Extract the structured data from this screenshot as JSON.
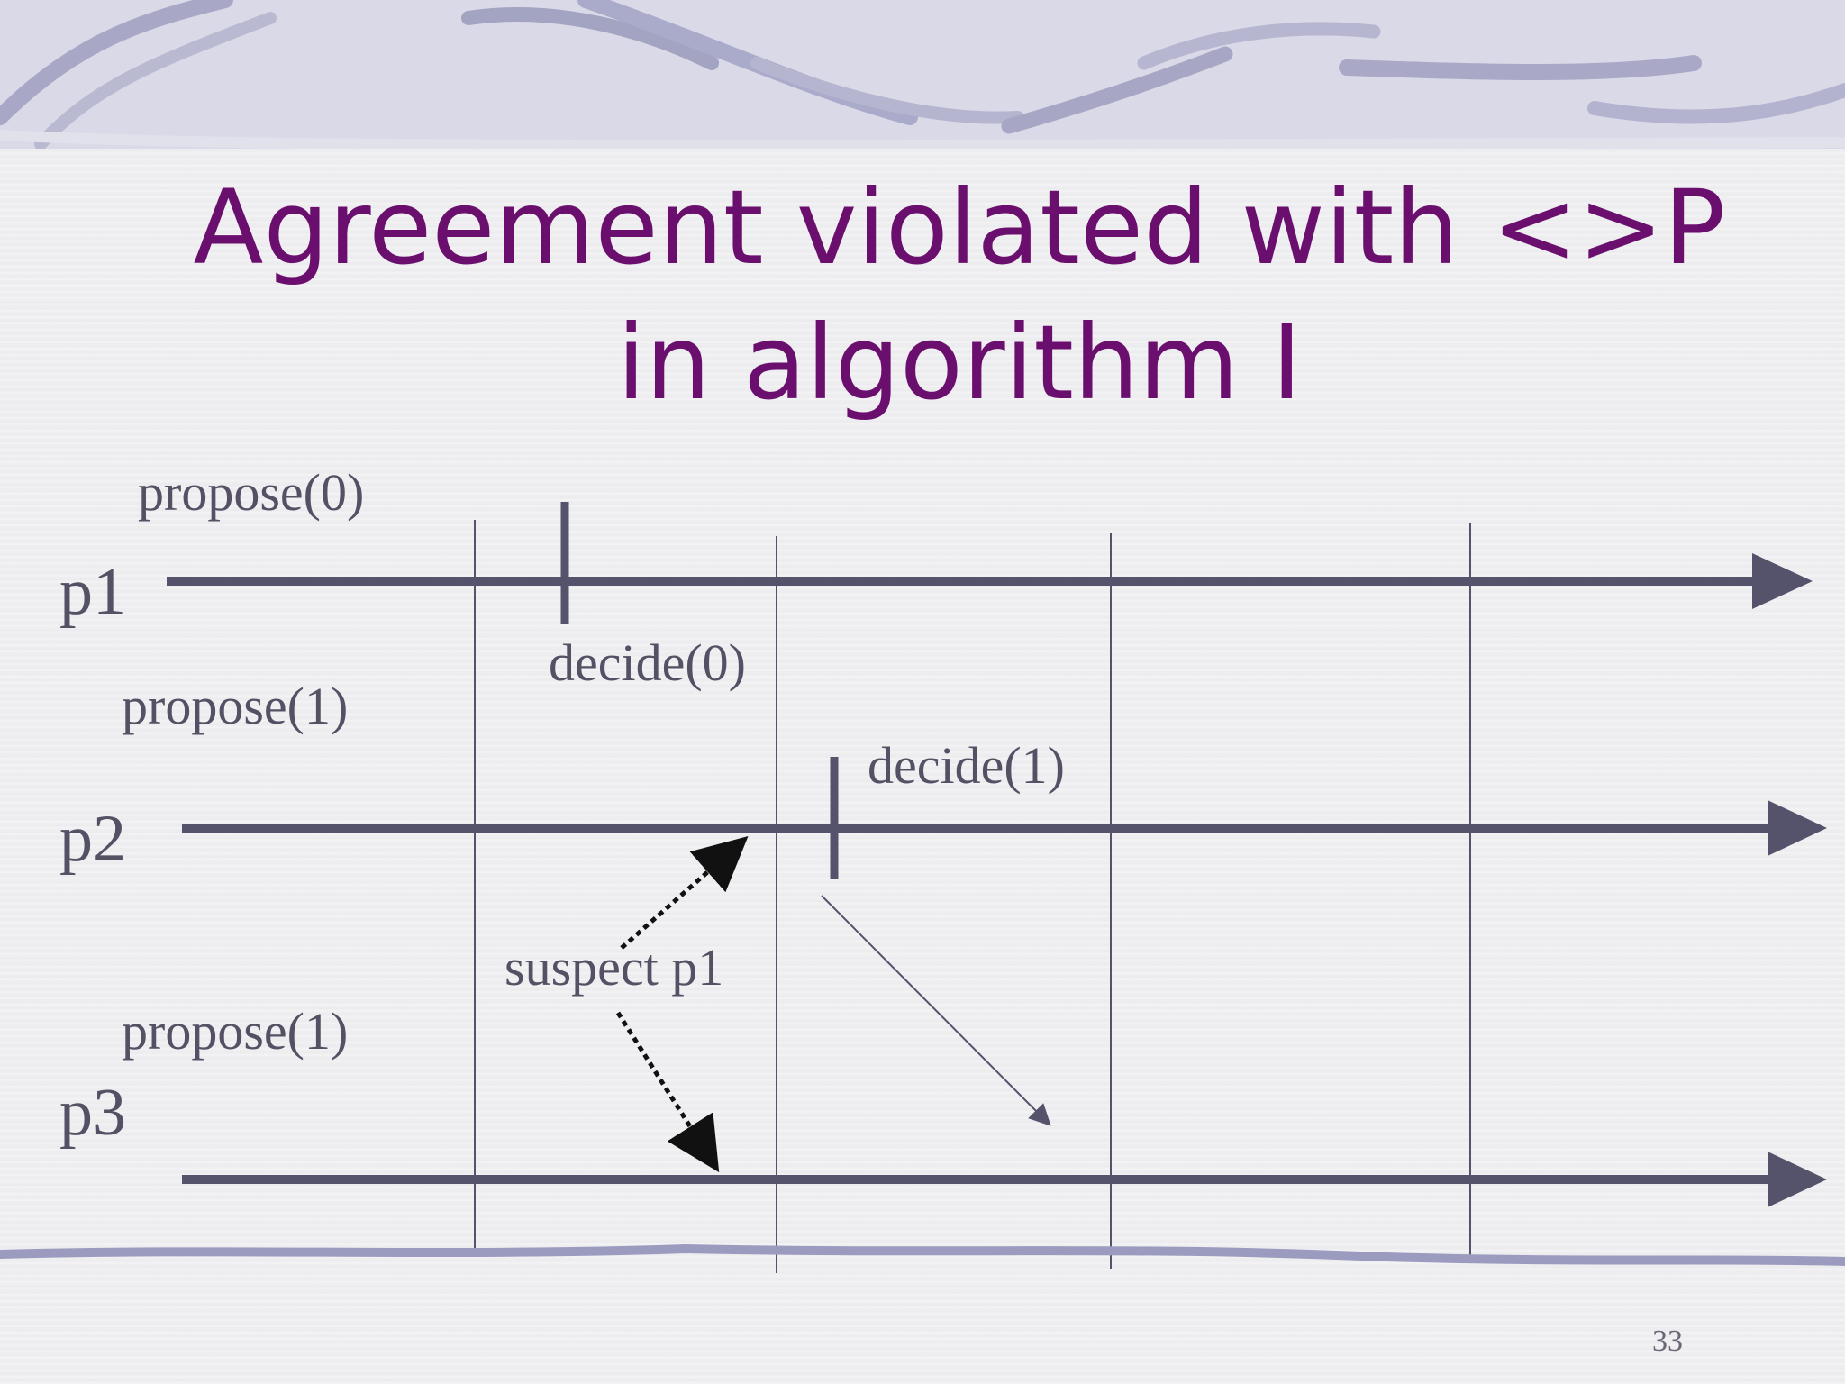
{
  "slide": {
    "title_line_1": "Agreement violated with <>P",
    "title_line_2": "in algorithm I",
    "page_number": "33",
    "colors": {
      "title": "#6b0f6f",
      "diagram": "#55536c",
      "text": "#555064",
      "banner": "#d8d8e6",
      "banner_stroke": "#a9a8c4"
    }
  },
  "diagram": {
    "processes": [
      {
        "name": "p1",
        "propose_label": "propose(0)"
      },
      {
        "name": "p2",
        "propose_label": "propose(1)"
      },
      {
        "name": "p3",
        "propose_label": "propose(1)"
      }
    ],
    "events": {
      "p1_decision": "decide(0)",
      "p2_decision": "decide(1)",
      "suspicion": "suspect p1"
    }
  }
}
